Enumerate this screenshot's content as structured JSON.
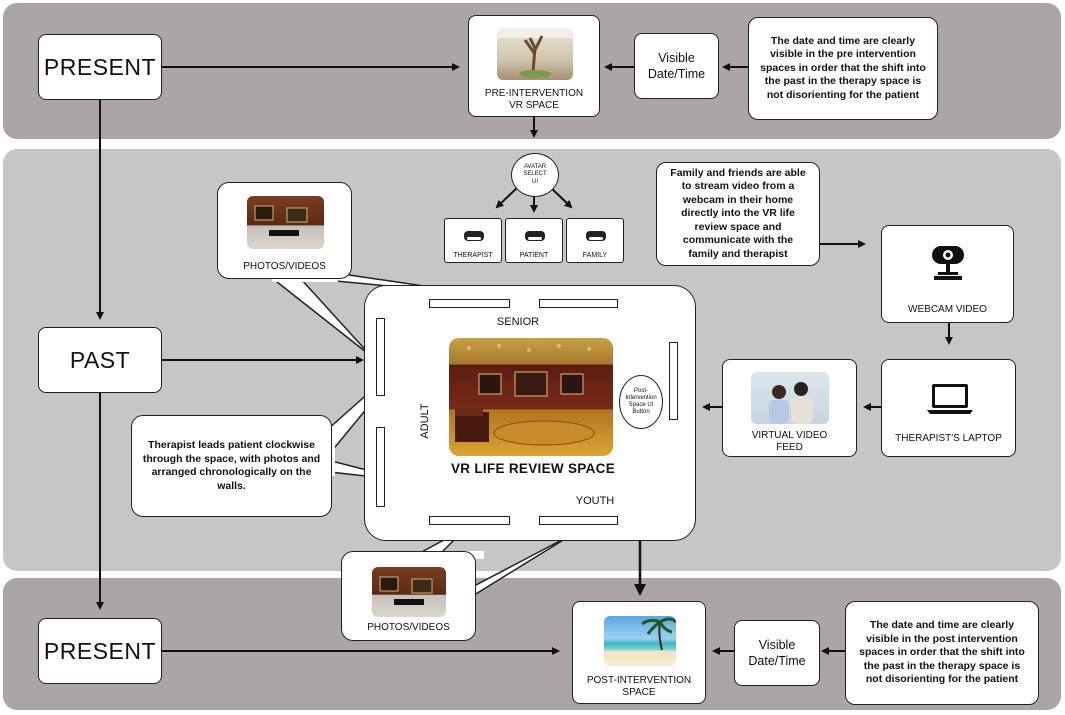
{
  "colors": {
    "top_band": "#aca5a5",
    "middle_band": "#c6c6c6",
    "bottom_band": "#aca5a5"
  },
  "present_top": "PRESENT",
  "past": "PAST",
  "present_bottom": "PRESENT",
  "pre_space": {
    "label_line1": "PRE-INTERVENTION",
    "label_line2": "VR SPACE"
  },
  "visible_top": {
    "line1": "Visible",
    "line2": "Date/Time"
  },
  "note_top": "The date and time are clearly visible in the pre intervention spaces in order that the shift into the past in the therapy space is not disorienting for the patient",
  "avatar": {
    "line1": "AVATAR",
    "line2": "SELECT",
    "line3": "UI"
  },
  "roles": [
    {
      "label": "THERAPIST",
      "icon": "vr-headset-icon"
    },
    {
      "label": "PATIENT",
      "icon": "vr-headset-icon"
    },
    {
      "label": "FAMILY",
      "icon": "vr-headset-icon"
    }
  ],
  "photos_top": "PHOTOS/VIDEOS",
  "photos_bottom": "PHOTOS/VIDEOS",
  "note_family": "Family and friends are able to stream video from a webcam in their home directly into the VR life review space and communicate with the family and therapist",
  "webcam": {
    "label": "WEBCAM VIDEO",
    "icon": "webcam-icon"
  },
  "laptop": {
    "label": "THERAPIST'S LAPTOP",
    "icon": "laptop-icon"
  },
  "virtual_feed": {
    "line1": "VIRTUAL VIDEO",
    "line2": "FEED"
  },
  "vr_space": {
    "title": "VR LIFE REVIEW SPACE",
    "senior": "SENIOR",
    "adult": "ADULT",
    "youth": "YOUTH",
    "post_button": {
      "line1": "Post-",
      "line2": "Intervention",
      "line3": "Space UI",
      "line4": "Button"
    }
  },
  "note_therapist": "Therapist leads patient clockwise through the space, with photos and arranged chronologically on the walls.",
  "post_space": {
    "line1": "POST-INTERVENTION",
    "line2": "SPACE"
  },
  "visible_bottom": {
    "line1": "Visible",
    "line2": "Date/Time"
  },
  "note_bottom": "The date and time are clearly visible in the post intervention spaces in order that the shift into the past in the therapy space is not disorienting for the patient"
}
